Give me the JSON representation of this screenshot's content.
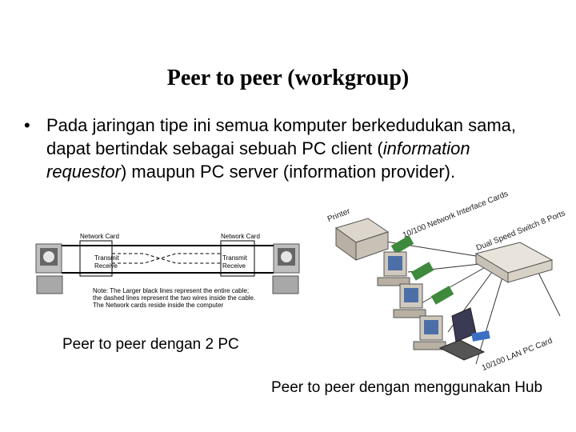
{
  "slide": {
    "title": "Peer to peer (workgroup)",
    "bullet": {
      "before": "Pada jaringan tipe ini semua komputer berkedudukan sama, dapat bertindak sebagai sebuah PC client (",
      "italic": "information requestor",
      "after": ") maupun PC server (information provider)."
    }
  },
  "diagram_left": {
    "network_card_left": "Network Card",
    "network_card_right": "Network Card",
    "transmit": "Transmit",
    "receive": "Receive",
    "note": "Note: The Larger black lines represent the entire cable; the dashed lines represent the two wires inside the cable. The Network cards reside inside the computer",
    "caption": "Peer to peer dengan 2 PC"
  },
  "diagram_right": {
    "printer": "Printer",
    "nic": "10/100 Network Interface Cards",
    "switch": "Dual Speed Switch 8 Ports",
    "lan_card": "10/100 LAN PC Card",
    "caption": "Peer to peer dengan menggunakan Hub"
  }
}
